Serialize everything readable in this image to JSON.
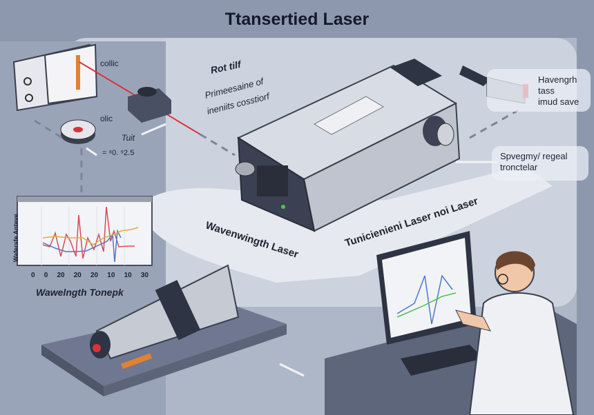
{
  "title": "Ttansertied Laser",
  "labels": {
    "collic_top": "collic",
    "collic_mid": "olic",
    "tuit": "Tuit",
    "tuit_value": "= ⁸0. ⁹2.5",
    "rot_tilf": "Rot tilf",
    "primeesaine": "Primeesaine of",
    "ineniits": "ineniits cosstiorf",
    "havengrh": [
      "Havengrh",
      "tass",
      "imud save"
    ],
    "spvegmy": [
      "Spvegmy/ regeal",
      "tronctelar"
    ],
    "wavenwingth": "Wavenwingth Laser",
    "tunicienieni": "Tunicienieni Laser noi Laser",
    "wavelength_tonepk": "Wawelngth Tonepk"
  },
  "chart": {
    "ylabel": "Wafersfe Anteve",
    "xticks": [
      "0",
      "0",
      "20",
      "20",
      "20",
      "10",
      "10",
      "30"
    ],
    "series_colors": [
      "#d94a55",
      "#4a78c8",
      "#d9b040"
    ]
  },
  "colors": {
    "beam": "#d8333a",
    "accent": "#e0822f"
  }
}
